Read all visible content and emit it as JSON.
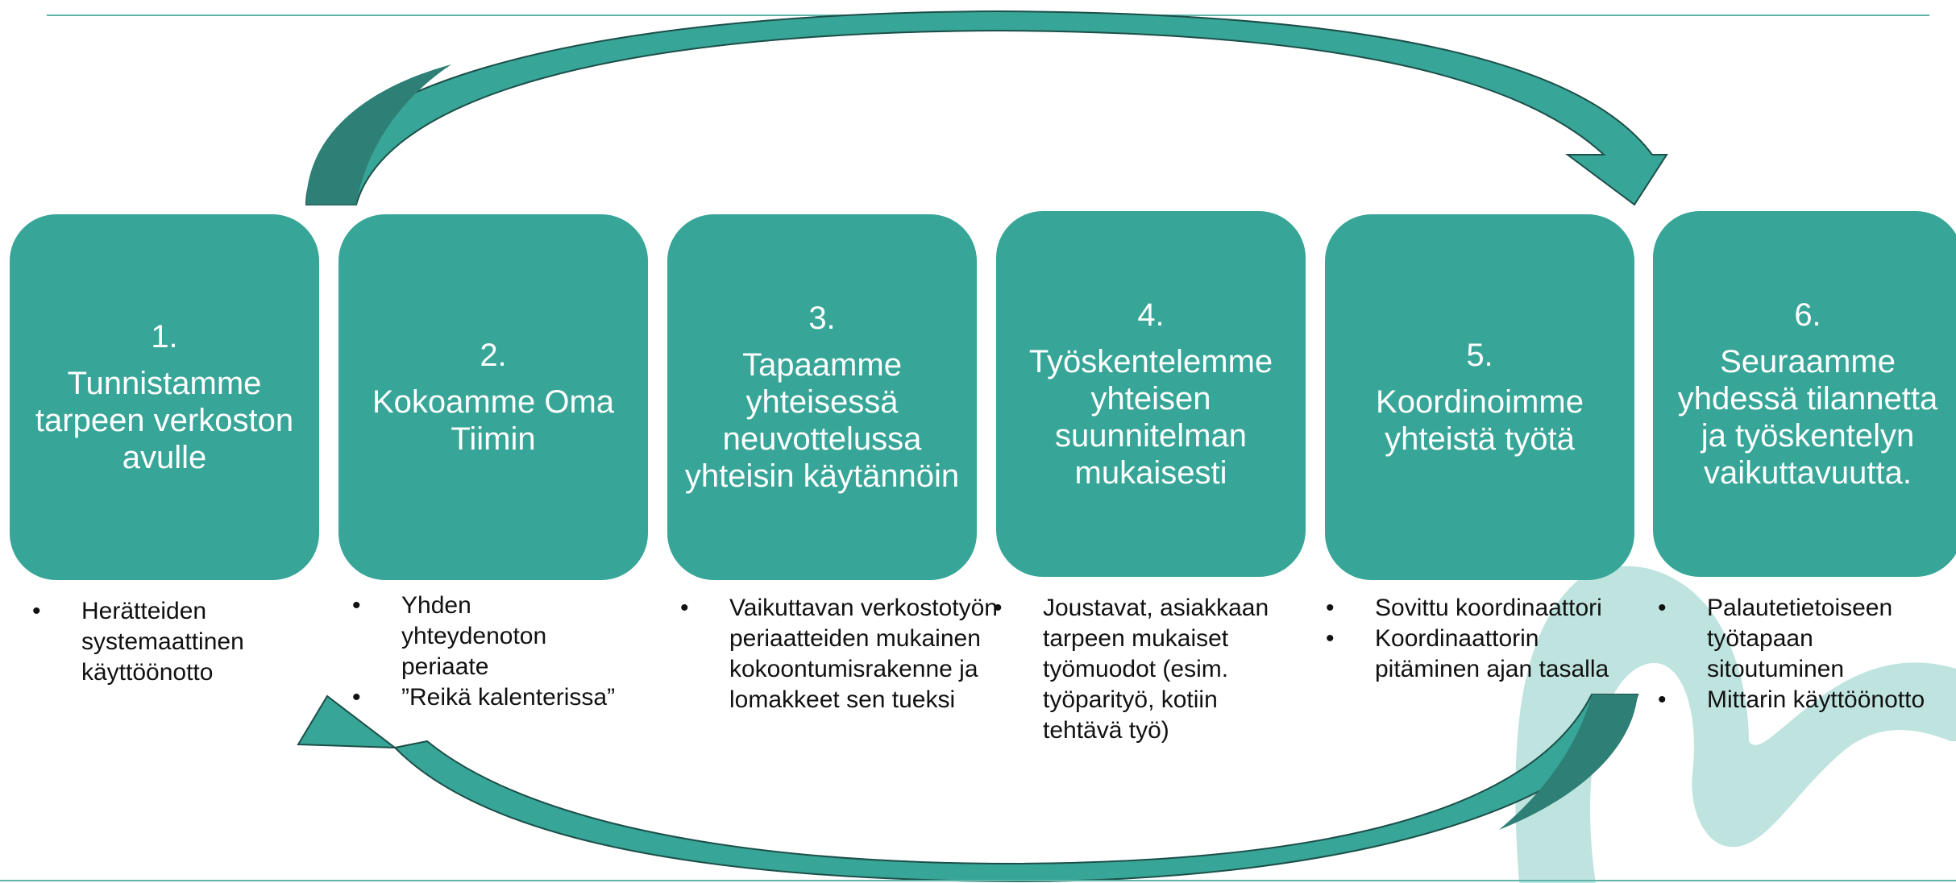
{
  "colors": {
    "box": "#37a597",
    "arrow": "#37a597",
    "arrow_shade": "#2e7f75",
    "watermark": "#bfe4df",
    "rule": "#5fb5aa",
    "text": "#111111"
  },
  "steps": [
    {
      "number": "1.",
      "title": "Tunnistamme tarpeen verkoston avulle",
      "bullets": [
        "Herätteiden systemaattinen käyttöönotto"
      ]
    },
    {
      "number": "2.",
      "title": "Kokoamme Oma Tiimin",
      "bullets": [
        "Yhden yhteydenoton periaate",
        "”Reikä kalenterissa”"
      ]
    },
    {
      "number": "3.",
      "title": "Tapaamme yhteisessä neuvottelussa yhteisin käytännöin",
      "bullets": [
        "Vaikuttavan verkostotyön periaatteiden mukainen kokoontumisrakenne ja lomakkeet sen tueksi"
      ]
    },
    {
      "number": "4.",
      "title": "Työskentelemme yhteisen suunnitelman mukaisesti",
      "bullets": [
        "Joustavat, asiakkaan tarpeen mukaiset työmuodot (esim. työparityö, kotiin tehtävä työ)"
      ]
    },
    {
      "number": "5.",
      "title": "Koordinoimme yhteistä työtä",
      "bullets": [
        "Sovittu koordinaattori",
        "Koordinaattorin pitäminen ajan tasalla"
      ]
    },
    {
      "number": "6.",
      "title": "Seuraamme yhdessä tilannetta ja työskentelyn vaikuttavuutta.",
      "bullets": [
        "Palautetietoiseen työtapaan sitoutuminen",
        "Mittarin käyttöönotto"
      ]
    }
  ]
}
